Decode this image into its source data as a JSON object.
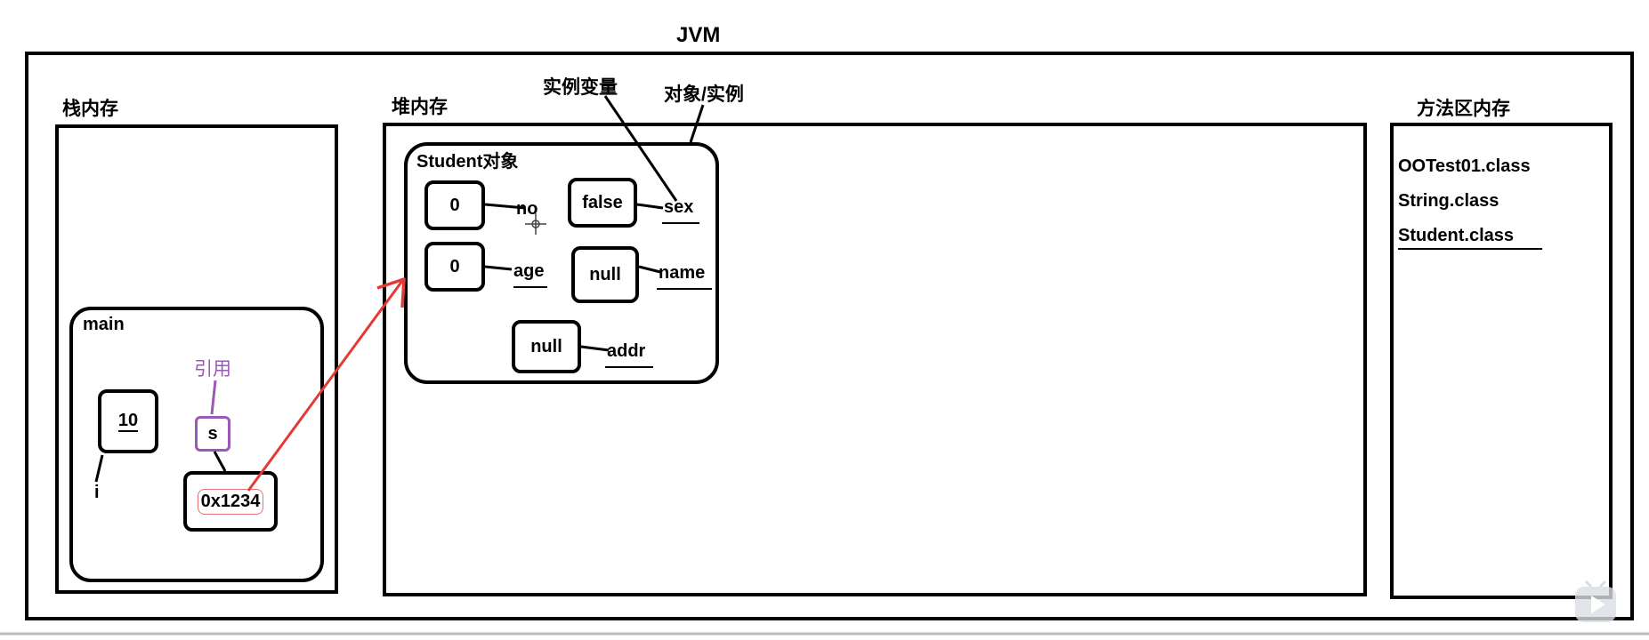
{
  "jvm": {
    "title": "JVM"
  },
  "stack": {
    "title": "栈内存",
    "frame_title": "main",
    "var_i_value": "10",
    "var_i_label": "i",
    "ref_label": "引用",
    "var_s_label": "s",
    "address": "0x1234"
  },
  "heap": {
    "title": "堆内存",
    "instance_var_label": "实例变量",
    "object_label": "对象/实例",
    "object_title": "Student对象",
    "fields": [
      {
        "value": "0",
        "name": "no"
      },
      {
        "value": "false",
        "name": "sex"
      },
      {
        "value": "0",
        "name": "age"
      },
      {
        "value": "null",
        "name": "name"
      },
      {
        "value": "null",
        "name": "addr"
      }
    ]
  },
  "method_area": {
    "title": "方法区内存",
    "classes": [
      "OOTest01.class",
      "String.class",
      "Student.class"
    ]
  },
  "colors": {
    "reference_purple": "#9b59b6",
    "pointer_red": "#e53935"
  }
}
